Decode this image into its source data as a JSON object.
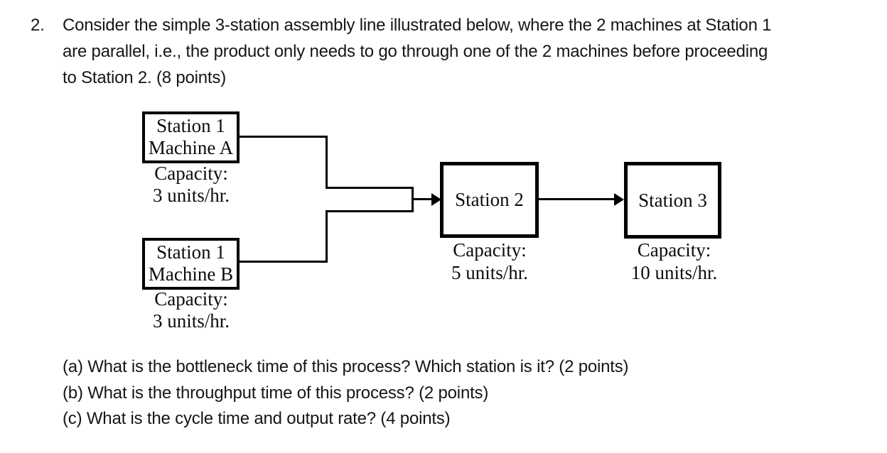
{
  "problem": {
    "number": "2.",
    "lines": [
      "Consider the simple 3-station assembly line illustrated below, where the 2 machines at Station 1",
      "are parallel, i.e., the product only needs to go through one of the 2 machines before proceeding",
      "to Station 2. (8 points)"
    ]
  },
  "diagram": {
    "machine_a": {
      "title_line1": "Station 1",
      "title_line2": "Machine A",
      "capacity_label": "Capacity:",
      "capacity_value": "3 units/hr."
    },
    "machine_b": {
      "title_line1": "Station 1",
      "title_line2": "Machine B",
      "capacity_label": "Capacity:",
      "capacity_value": "3 units/hr."
    },
    "station2": {
      "title": "Station 2",
      "capacity_label": "Capacity:",
      "capacity_value": "5 units/hr."
    },
    "station3": {
      "title": "Station 3",
      "capacity_label": "Capacity:",
      "capacity_value": "10 units/hr."
    }
  },
  "questions": {
    "a": "(a) What is the bottleneck time of this process? Which station is it? (2 points)",
    "b": "(b) What is the throughput time of this process? (2 points)",
    "c": "(c) What is the cycle time and output rate? (4 points)"
  },
  "colors": {
    "ink": "#000000",
    "paper": "#ffffff"
  }
}
